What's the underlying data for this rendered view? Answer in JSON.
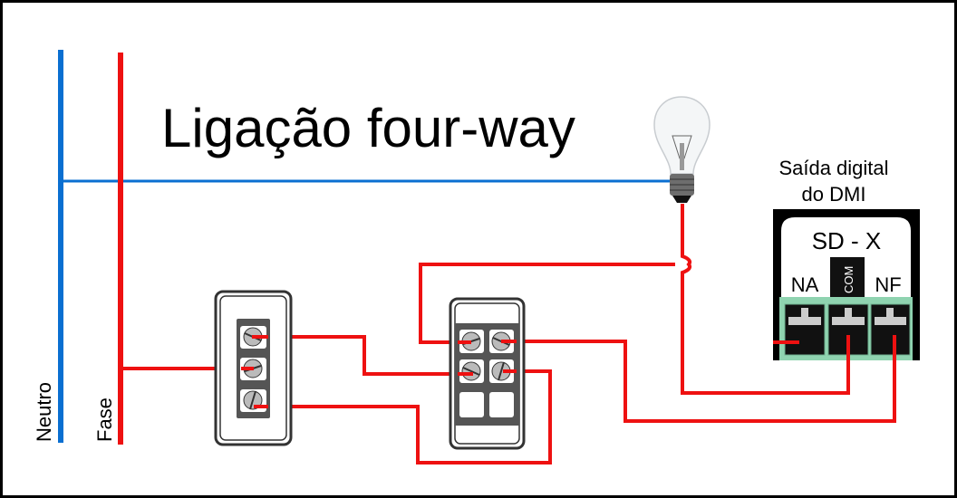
{
  "title": "Ligação four-way",
  "labels": {
    "neutral": "Neutro",
    "phase": "Fase"
  },
  "output": {
    "caption_line1": "Saída digital",
    "caption_line2": "do DMI",
    "name": "SD - X",
    "na": "NA",
    "com": "COM",
    "nf": "NF"
  },
  "colors": {
    "neutral": "#0a6fd1",
    "phase": "#ee1111",
    "terminal": "#8fd3b0"
  }
}
